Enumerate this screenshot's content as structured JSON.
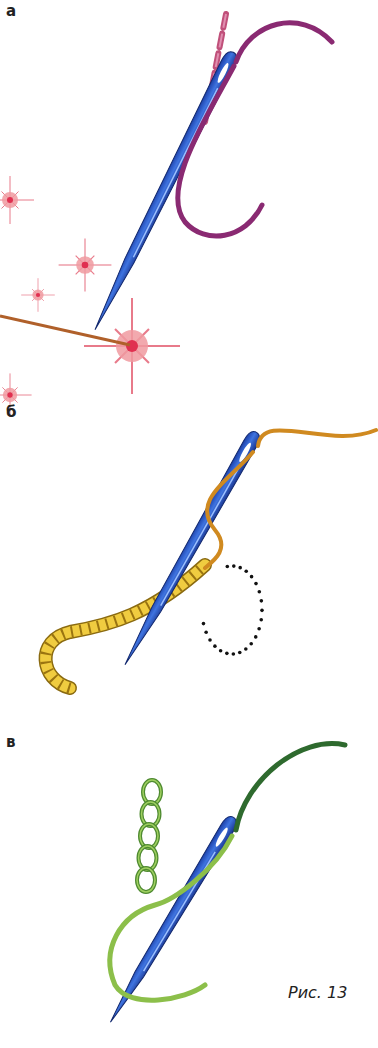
{
  "diagram": {
    "caption": "Рис. 13",
    "labels": [
      "а",
      "б",
      "в"
    ]
  }
}
